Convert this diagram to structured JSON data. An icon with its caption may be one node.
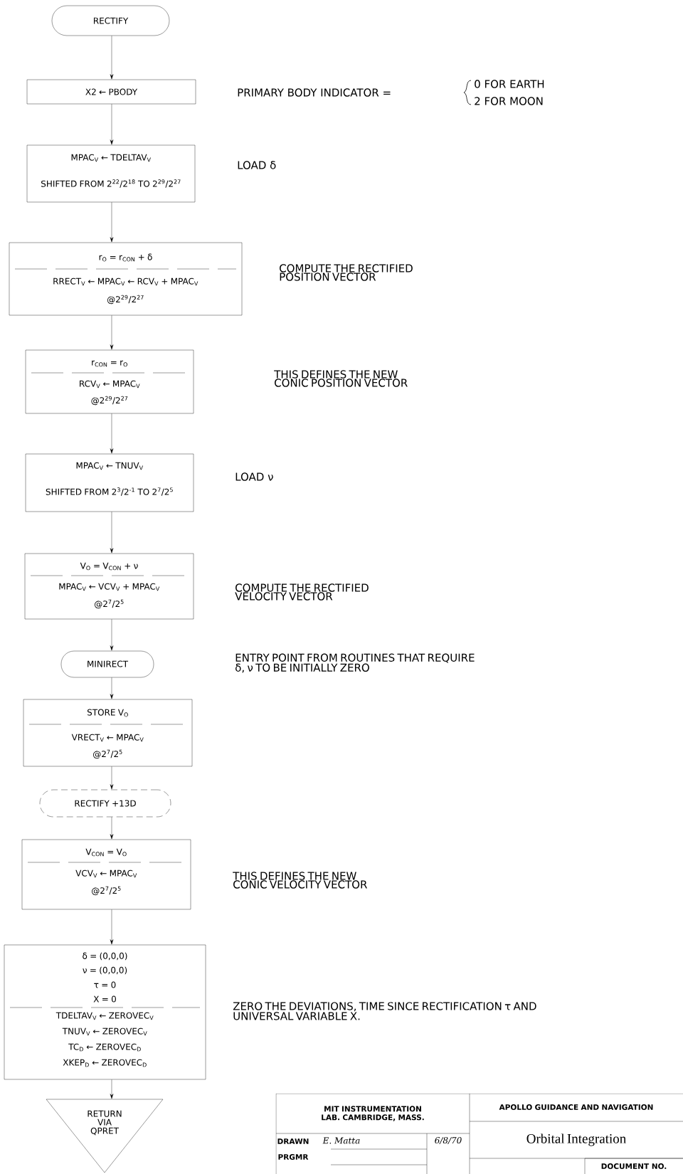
{
  "diagram": {
    "nodes": [
      {
        "text": [
          "RECTIFY"
        ]
      },
      {
        "text": [
          "X2 ← PBODY"
        ]
      },
      {
        "text": [
          "MPAC$_{V}$ ← TDELTAV$_{V}$",
          "SHIFTED FROM 2$^{22}$/2$^{18}$ TO 2$^{29}$/2$^{27}$"
        ]
      },
      {
        "text": [
          "r$_{O}$ = r$_{CON}$ + δ",
          "RRECT$_{V}$ ← MPAC$_{V}$ ← RCV$_{V}$ + MPAC$_{V}$",
          "@2$^{29}$/2$^{27}$"
        ]
      },
      {
        "text": [
          "r$_{CON}$ = r$_{O}$",
          "RCV$_{V}$ ← MPAC$_{V}$",
          "@2$^{29}$/2$^{27}$"
        ]
      },
      {
        "text": [
          "MPAC$_{V}$ ← TNUV$_{V}$",
          "SHIFTED FROM 2$^{3}$/2$^{-1}$ TO 2$^{7}$/2$^{5}$"
        ]
      },
      {
        "text": [
          "V$_{O}$ = V$_{CON}$ + ν",
          "MPAC$_{V}$ ← VCV$_{V}$ + MPAC$_{V}$",
          "@2$^{7}$/2$^{5}$"
        ]
      },
      {
        "text": [
          "MINIRECT"
        ]
      },
      {
        "text": [
          "STORE V$_{O}$",
          "VRECT$_{V}$ ← MPAC$_{V}$",
          "@2$^{7}$/2$^{5}$"
        ]
      },
      {
        "text": [
          "RECTIFY +13D"
        ]
      },
      {
        "text": [
          "V$_{CON}$ = V$_{O}$",
          "VCV$_{V}$ ← MPAC$_{V}$",
          "@2$^{7}$/2$^{5}$"
        ]
      },
      {
        "text": [
          "δ = (0,0,0)",
          "ν = (0,0,0)",
          "τ = 0",
          "X = 0",
          "TDELTAV$_{V}$ ← ZEROVEC$_{V}$",
          "TNUV$_{V}$ ← ZEROVEC$_{V}$",
          "TC$_{D}$ ← ZEROVEC$_{D}$",
          "XKEP$_{D}$ ← ZEROVEC$_{D}$"
        ]
      },
      {
        "text": [
          "RETURN VIA QPRET"
        ]
      }
    ],
    "edges": [
      {
        "from": 0,
        "to": 1,
        "arrow": "to"
      },
      {
        "from": 1,
        "to": 2,
        "arrow": "to"
      },
      {
        "from": 2,
        "to": 3,
        "arrow": "to"
      },
      {
        "from": 3,
        "to": 4,
        "arrow": "to"
      },
      {
        "from": 4,
        "to": 5,
        "arrow": "to"
      },
      {
        "from": 5,
        "to": 6,
        "arrow": "to"
      },
      {
        "from": 6,
        "to": 7,
        "arrow": "to"
      },
      {
        "from": 7,
        "to": 8,
        "arrow": "to"
      },
      {
        "from": 8,
        "to": 9,
        "arrow": "to"
      },
      {
        "from": 9,
        "to": 10,
        "arrow": "to"
      },
      {
        "from": 10,
        "to": 11,
        "arrow": "to"
      },
      {
        "from": 11,
        "to": 12,
        "arrow": "to"
      }
    ],
    "labels": [
      "PRIMARY BODY INDICATOR =",
      "0 FOR EARTH",
      "2 FOR MOON",
      "LOAD δ",
      "COMPUTE THE RECTIFIED POSITION VECTOR",
      "THIS DEFINES THE NEW CONIC POSITION VECTOR",
      "LOAD ν",
      "COMPUTE THE RECTIFIED VELOCITY VECTOR",
      "ENTRY POINT FROM ROUTINES THAT REQUIRE δ, ν TO BE INITIALLY ZERO",
      "THIS DEFINES THE NEW CONIC VELOCITY VECTOR",
      "ZERO THE DEVIATIONS, TIME SINCE RECTIFICATION τ AND UNIVERSAL VARIABLE X.",
      "MIT INSTRUMENTATION LAB. CAMBRIDGE, MASS.",
      "APOLLO GUIDANCE AND NAVIGATION",
      "DRAWN",
      "E. Matta",
      "6/8/70",
      "Orbital Integration",
      "PRGMR",
      "DOCUMENT NO."
    ]
  }
}
